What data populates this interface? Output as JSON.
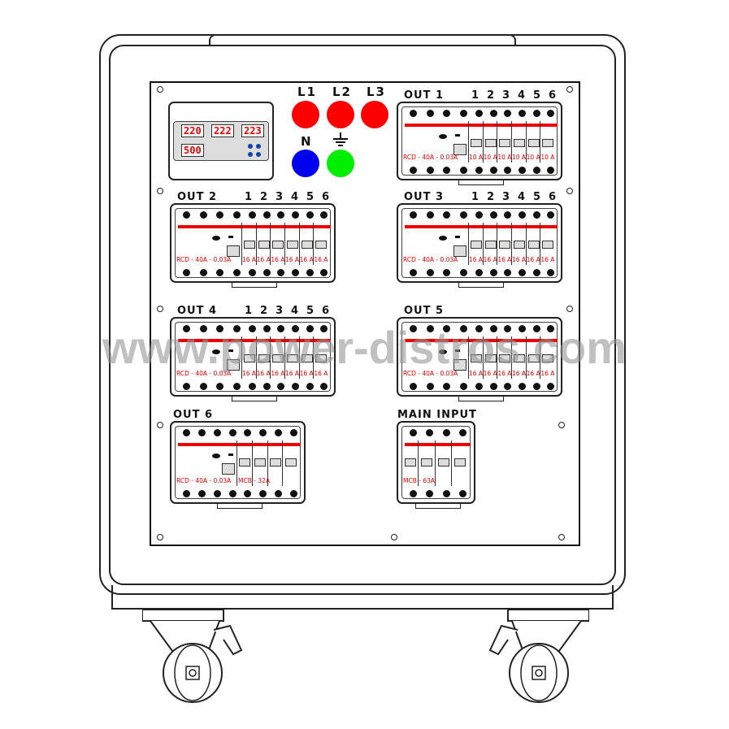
{
  "meter": {
    "displays": [
      "220",
      "222",
      "223"
    ],
    "power": "500"
  },
  "phases": {
    "labels": [
      "L1",
      "L2",
      "L3"
    ],
    "neutral": "N",
    "earth_icon": "earth-ground-icon",
    "colors": {
      "L1": "#ff0000",
      "L2": "#ff0000",
      "L3": "#ff0000",
      "N": "#0000ee",
      "PE": "#00ee00"
    }
  },
  "panels": [
    {
      "label": "OUT 1",
      "numbers": [
        "1",
        "2",
        "3",
        "4",
        "5",
        "6"
      ],
      "rcd": "RCD - 40A - 0.03A",
      "breakers": [
        "10 A",
        "10 A",
        "10 A",
        "10 A",
        "10 A",
        "10 A"
      ]
    },
    {
      "label": "OUT 2",
      "numbers": [
        "1",
        "2",
        "3",
        "4",
        "5",
        "6"
      ],
      "rcd": "RCD - 40A - 0.03A",
      "breakers": [
        "16 A",
        "16 A",
        "16 A",
        "16 A",
        "16 A",
        "16 A"
      ]
    },
    {
      "label": "OUT 3",
      "numbers": [
        "1",
        "2",
        "3",
        "4",
        "5",
        "6"
      ],
      "rcd": "RCD - 40A - 0.03A",
      "breakers": [
        "16 A",
        "16 A",
        "16 A",
        "16 A",
        "16 A",
        "16 A"
      ]
    },
    {
      "label": "OUT 4",
      "numbers": [
        "1",
        "2",
        "3",
        "4",
        "5",
        "6"
      ],
      "rcd": "RCD - 40A - 0.03A",
      "breakers": [
        "16 A",
        "16 A",
        "16 A",
        "16 A",
        "16 A",
        "16 A"
      ]
    },
    {
      "label": "OUT 5",
      "numbers": [],
      "rcd": "RCD - 40A - 0.03A",
      "breakers": [
        "16 A",
        "16 A",
        "16 A",
        "16 A",
        "16 A",
        "16 A"
      ]
    },
    {
      "label": "OUT 6",
      "numbers": [],
      "rcd": "RCD - 40A - 0.03A",
      "mcb": "MCB - 32A",
      "poles": 4
    },
    {
      "label": "MAIN INPUT",
      "numbers": [],
      "mcb": "MCB - 63A",
      "poles": 4
    }
  ],
  "watermark": "www.power-distros.com",
  "accent_red": "#ee0000"
}
